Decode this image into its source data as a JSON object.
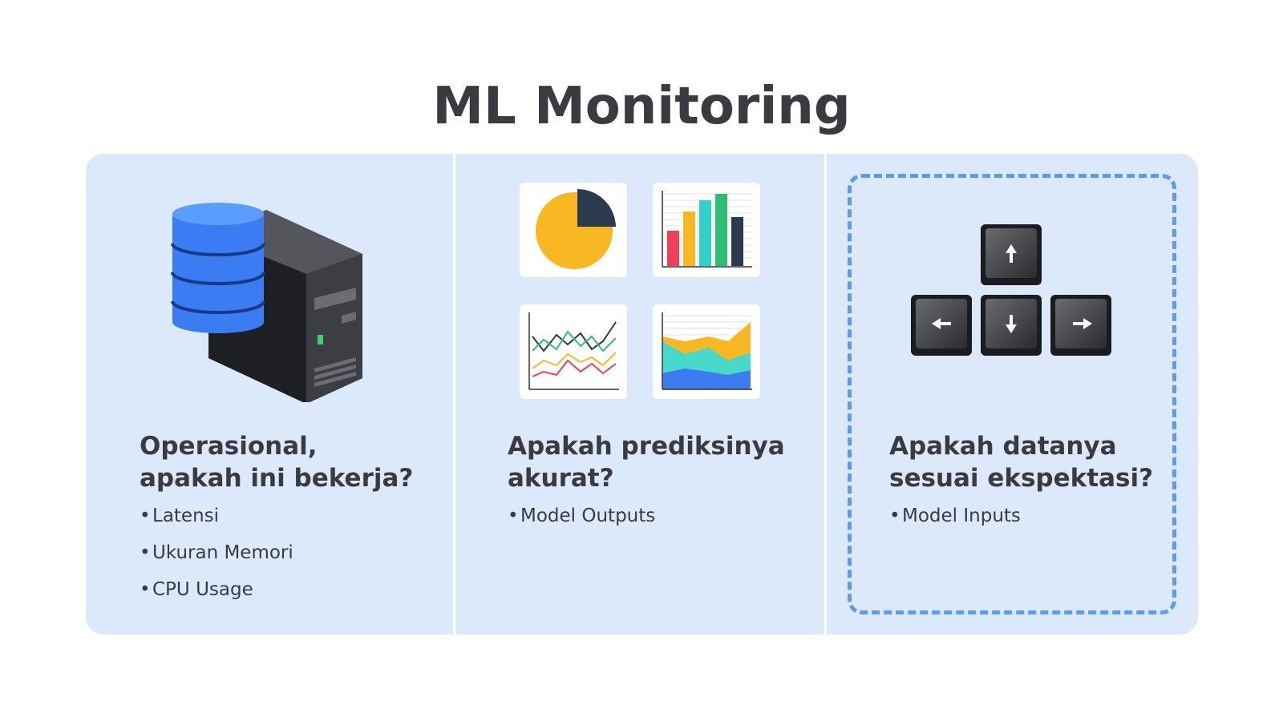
{
  "title": "ML Monitoring",
  "colors": {
    "panel_bg": "#dbe9fb",
    "dashed_border": "#5b9cf0",
    "text": "#3a3b40"
  },
  "panels": [
    {
      "illustration": "server-database-icon",
      "heading_line1": "Operasional,",
      "heading_line2": "apakah ini bekerja?",
      "bullets": [
        "Latensi",
        "Ukuran Memori",
        "CPU Usage"
      ]
    },
    {
      "illustration": "charts-icon",
      "heading_line1": "Apakah prediksinya",
      "heading_line2": "akurat?",
      "bullets": [
        "Model Outputs"
      ]
    },
    {
      "illustration": "arrow-keys-icon",
      "heading_line1": "Apakah datanya",
      "heading_line2": "sesuai ekspektasi?",
      "bullets": [
        "Model Inputs"
      ]
    }
  ]
}
